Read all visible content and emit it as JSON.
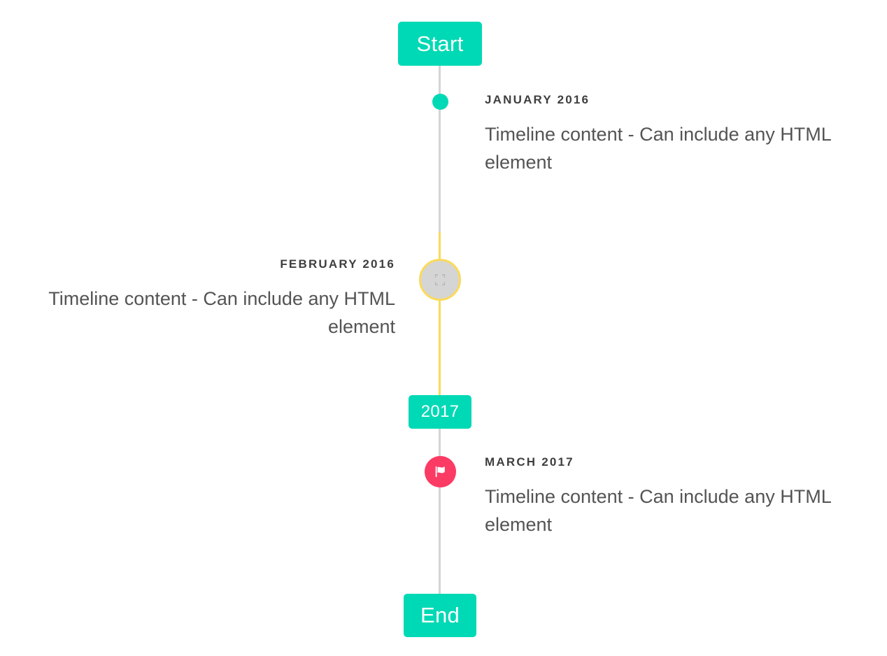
{
  "timeline": {
    "axis_color_default": "#d5d5d5",
    "axis_color_highlight": "#fada5a",
    "accent_color": "#00d9b5",
    "marker_alert_color": "#fb3b64",
    "start_badge": {
      "label": "Start"
    },
    "middle_badge": {
      "label": "2017"
    },
    "end_badge": {
      "label": "End"
    },
    "entries": [
      {
        "id": "january-2016",
        "header": "January 2016",
        "body": "Timeline content - Can include any HTML element",
        "side": "right",
        "marker_icon": "dot-icon",
        "marker_color": "#00d9b5"
      },
      {
        "id": "february-2016",
        "header": "February 2016",
        "body": "Timeline content - Can include any HTML element",
        "side": "left",
        "marker_icon": "broken-image-icon",
        "marker_color": "#d5d5d5",
        "marker_ring_color": "#fada5a"
      },
      {
        "id": "march-2017",
        "header": "March 2017",
        "body": "Timeline content - Can include any HTML element",
        "side": "right",
        "marker_icon": "flag-icon",
        "marker_color": "#fb3b64"
      }
    ]
  }
}
